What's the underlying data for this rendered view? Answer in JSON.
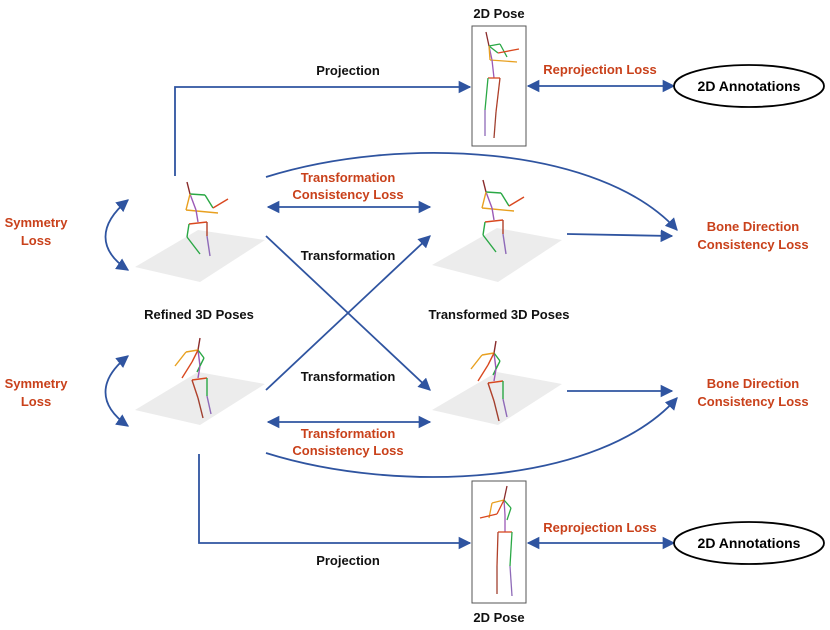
{
  "labels": {
    "pose2d_top": "2D Pose",
    "pose2d_bottom": "2D Pose",
    "projection_top": "Projection",
    "projection_bottom": "Projection",
    "reprojection_top": "Reprojection Loss",
    "reprojection_bottom": "Reprojection Loss",
    "annotations_top": "2D Annotations",
    "annotations_bottom": "2D Annotations",
    "tcl_top_line1": "Transformation",
    "tcl_top_line2": "Consistency  Loss",
    "tcl_bottom_line1": "Transformation",
    "tcl_bottom_line2": "Consistency  Loss",
    "transformation_top": "Transformation",
    "transformation_bottom": "Transformation",
    "symmetry_top_line1": "Symmetry",
    "symmetry_top_line2": "Loss",
    "symmetry_bottom_line1": "Symmetry",
    "symmetry_bottom_line2": "Loss",
    "bone_top_line1": "Bone Direction",
    "bone_top_line2": "Consistency Loss",
    "bone_bottom_line1": "Bone Direction",
    "bone_bottom_line2": "Consistency Loss",
    "refined": "Refined 3D Poses",
    "transformed": "Transformed 3D Poses"
  },
  "colors": {
    "arrow": "#2f54a0",
    "loss_text": "#c9411b",
    "label_text": "#111111",
    "plane": "#ececec"
  }
}
